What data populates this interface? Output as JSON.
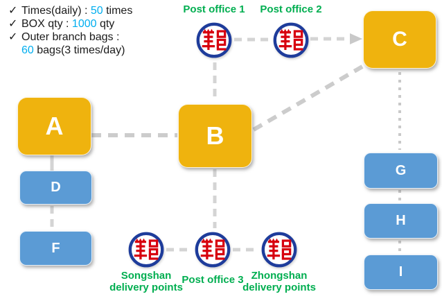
{
  "checklist": {
    "lines": [
      {
        "bullet": "✓",
        "pre": "Times(daily) : ",
        "num": "50",
        "post": " times"
      },
      {
        "bullet": "✓",
        "pre": "BOX qty : ",
        "num": "1000",
        "post": " qty"
      },
      {
        "bullet": "✓",
        "pre": "Outer branch bags :",
        "num": "",
        "post": ""
      },
      {
        "bullet": "",
        "pre": "",
        "num": "60",
        "post": " bags(3 times/day)"
      }
    ]
  },
  "nodes": {
    "a": "A",
    "b": "B",
    "c": "C",
    "d": "D",
    "f": "F",
    "g": "G",
    "h": "H",
    "i": "I"
  },
  "offices": {
    "po1": {
      "label": "Post office 1",
      "icon": "post-emblem-icon"
    },
    "po2": {
      "label": "Post office 2",
      "icon": "post-emblem-icon"
    },
    "songshan": {
      "label": "Songshan\ndelivery points",
      "icon": "post-emblem-icon"
    },
    "po3": {
      "label": "Post office 3",
      "icon": "post-emblem-icon"
    },
    "zhongshan": {
      "label": "Zhongshan\ndelivery points",
      "icon": "post-emblem-icon"
    }
  },
  "colors": {
    "hub_yellow": "#EFB30E",
    "branch_blue": "#5B9BD5",
    "label_green": "#00AE50",
    "number_cyan": "#00AEEF",
    "emblem_red": "#D7000F",
    "emblem_ring_navy": "#1E3C9B",
    "connector_gray": "#CCCCCC"
  }
}
